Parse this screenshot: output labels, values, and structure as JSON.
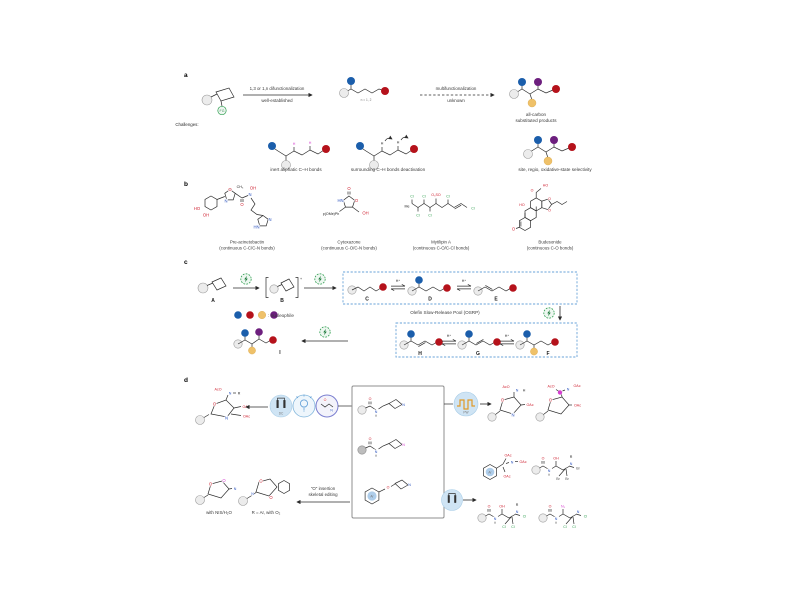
{
  "colors": {
    "nucleophile_blue": "#1b5eab",
    "nucleophile_red": "#b5121b",
    "nucleophile_yellow": "#efc169",
    "nucleophile_purple": "#6d1f7e",
    "catalyst_green": "#2e9e4f",
    "heteroatom_red": "#cf2030",
    "nitrogen_blue": "#2a52be",
    "chlorine_green": "#2e9e4f",
    "magenta": "#d63fd0",
    "dashed_box_blue": "#6aa3d8",
    "icon_fill_blue": "#cfe4f4"
  },
  "panel_a": {
    "label": "a",
    "arrow1_line1": "1,3 or 1,n difunctionalization",
    "arrow1_line2": "well-established",
    "arrow2_line1": "multifunctionalization",
    "arrow2_line2": "unknown",
    "n_label": "n = 1, 2",
    "fg_label": "FG",
    "product_caption_line1": "all-carbon",
    "product_caption_line2": "substituted products",
    "challenges": "Challenges:",
    "challenge1": "inert aliphatic C–H bonds",
    "challenge2": "surrounding C–H bonds deactivation",
    "challenge3": "site, regio, oxidative-state selectivity"
  },
  "panel_b": {
    "label": "b",
    "compounds": [
      {
        "name": "Pre-acinetobactin",
        "bonds": "(continuous C-C/C-N bonds)"
      },
      {
        "name": "Cytoxazone",
        "bonds": "(continuous C-O/C-N bonds)"
      },
      {
        "name": "Mytilipin A",
        "bonds": "(continuous C-O/C-Cl bonds)"
      },
      {
        "name": "Budesonide",
        "bonds": "(continuous C-O bonds)"
      }
    ],
    "pmp_label": "p(OMe)Ph"
  },
  "panel_c": {
    "label": "c",
    "species": {
      "A": "A",
      "B": "B",
      "C": "C",
      "D": "D",
      "E": "E",
      "F": "F",
      "G": "G",
      "H": "H",
      "I": "I"
    },
    "h_plus": "H⁺",
    "plus": "+",
    "osrp": "Olefin Slow-Release Pool (OSRP)",
    "nucleophile": ": nucleophile"
  },
  "panel_d": {
    "label": "d",
    "o_insertion_line1": "\"O\" insertion",
    "o_insertion_line2": "skeletal editing",
    "with_nis": "with NIS/H₂O",
    "with_o2": "R = Ar, with O₂",
    "dc_label": "DC",
    "pw_label": "PW",
    "ar_label": "Ar"
  },
  "atoms": {
    "O": "O",
    "N": "N",
    "H": "H",
    "NH": "NH",
    "HN": "HN",
    "OH": "OH",
    "HO": "HO",
    "Cl": "Cl",
    "Br": "Br",
    "R": "R",
    "Me": "Me",
    "CH3": "CH₃",
    "AcO": "AcO",
    "OAc": "OAc",
    "OSO3": "O₃SO",
    "N3": "N₃"
  }
}
